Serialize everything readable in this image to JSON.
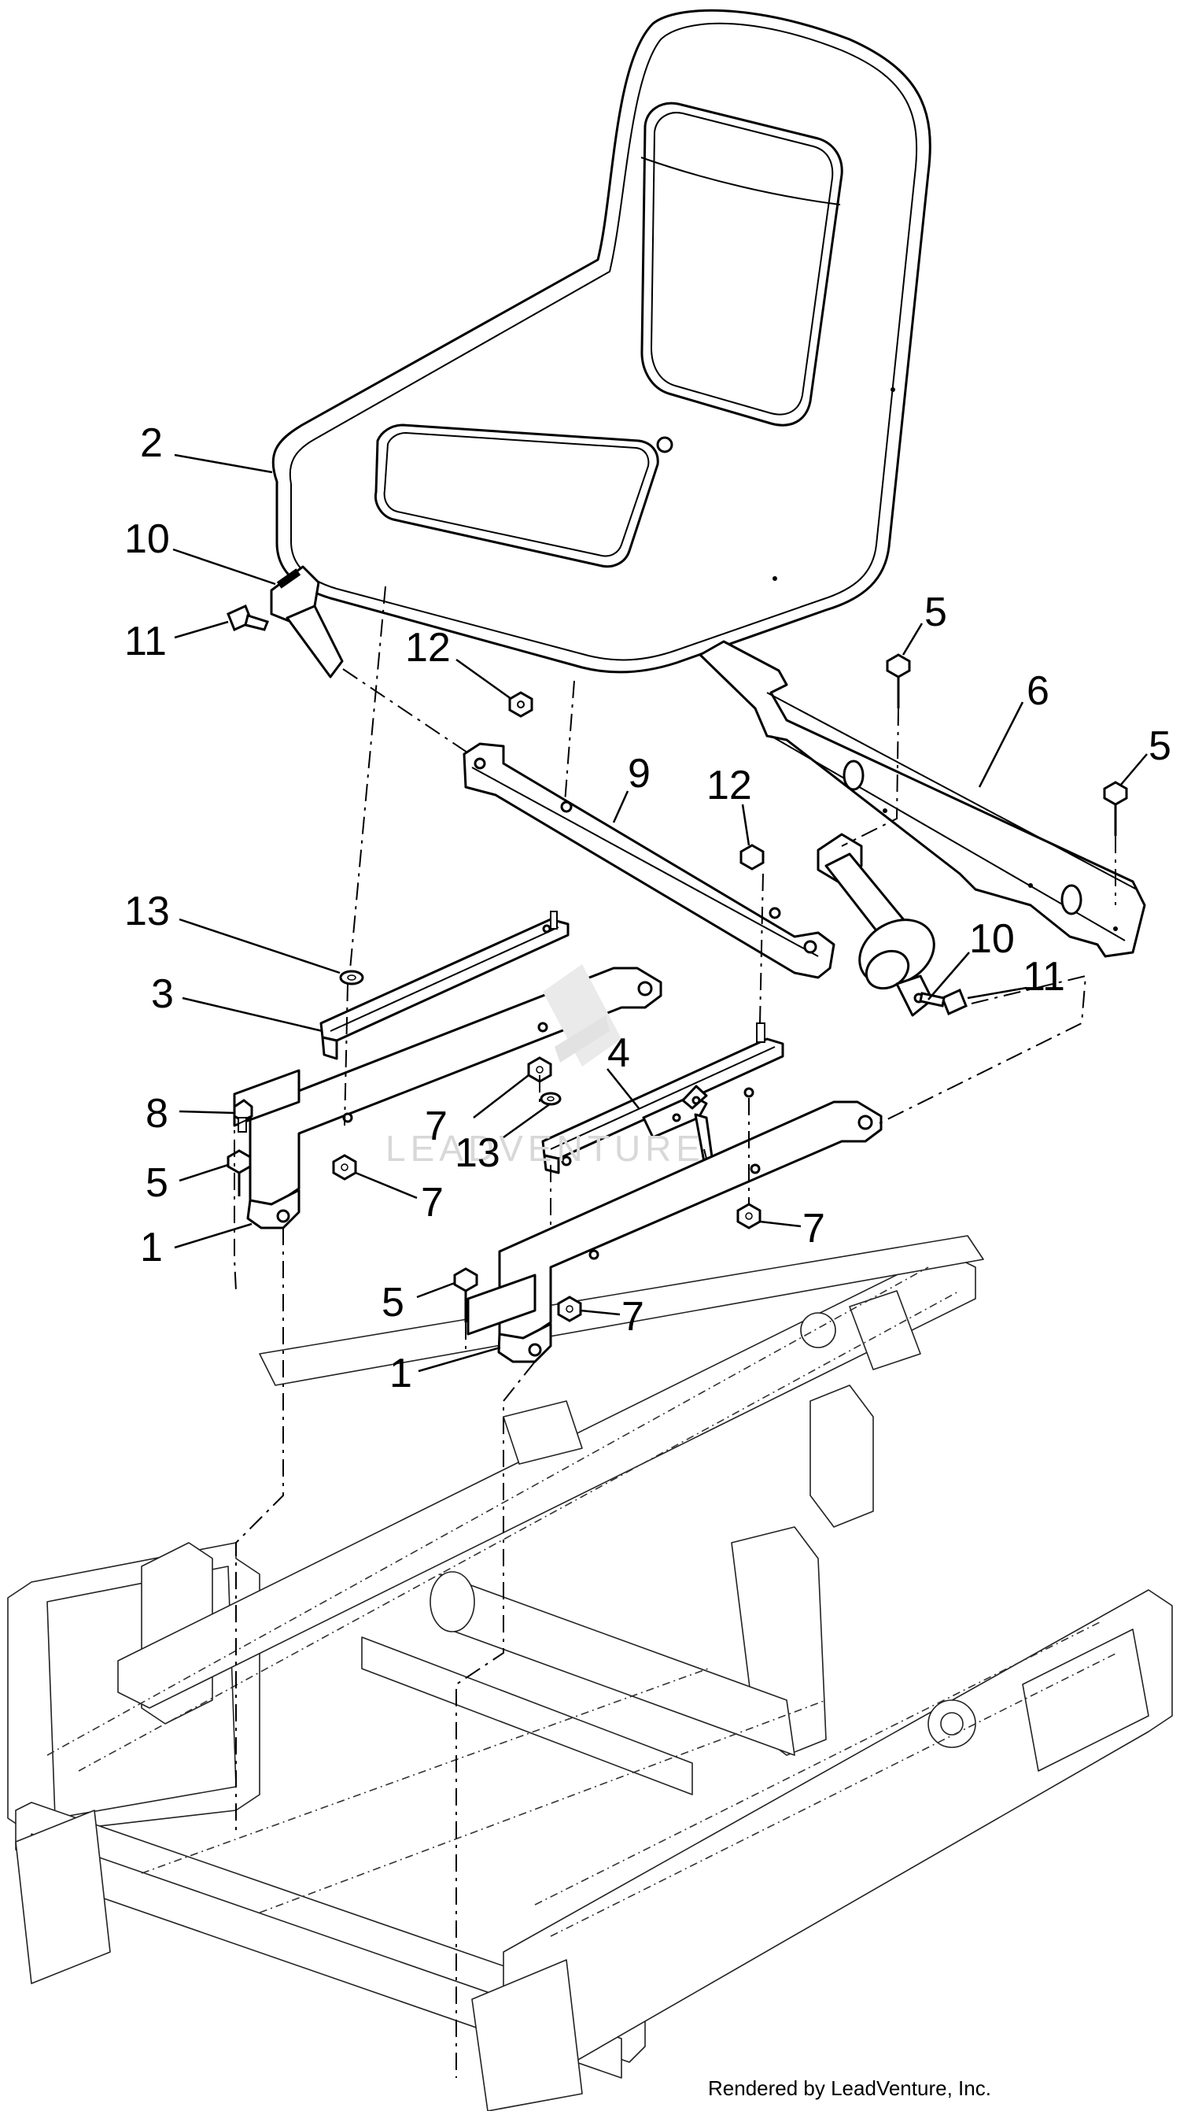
{
  "diagram": {
    "callouts": [
      {
        "id": "c2",
        "label": "2"
      },
      {
        "id": "c10a",
        "label": "10"
      },
      {
        "id": "c11a",
        "label": "11"
      },
      {
        "id": "c12a",
        "label": "12"
      },
      {
        "id": "c5a",
        "label": "5"
      },
      {
        "id": "c6",
        "label": "6"
      },
      {
        "id": "c5b",
        "label": "5"
      },
      {
        "id": "c9",
        "label": "9"
      },
      {
        "id": "c12b",
        "label": "12"
      },
      {
        "id": "c13a",
        "label": "13"
      },
      {
        "id": "c10b",
        "label": "10"
      },
      {
        "id": "c11b",
        "label": "11"
      },
      {
        "id": "c3",
        "label": "3"
      },
      {
        "id": "c4",
        "label": "4"
      },
      {
        "id": "c8",
        "label": "8"
      },
      {
        "id": "c7a",
        "label": "7"
      },
      {
        "id": "c13b",
        "label": "13"
      },
      {
        "id": "c5c",
        "label": "5"
      },
      {
        "id": "c7b",
        "label": "7"
      },
      {
        "id": "c7c",
        "label": "7"
      },
      {
        "id": "c1a",
        "label": "1"
      },
      {
        "id": "c5d",
        "label": "5"
      },
      {
        "id": "c7d",
        "label": "7"
      },
      {
        "id": "c1b",
        "label": "1"
      }
    ],
    "watermark": "LEADVENTURE",
    "footer": "Rendered by LeadVenture, Inc."
  }
}
